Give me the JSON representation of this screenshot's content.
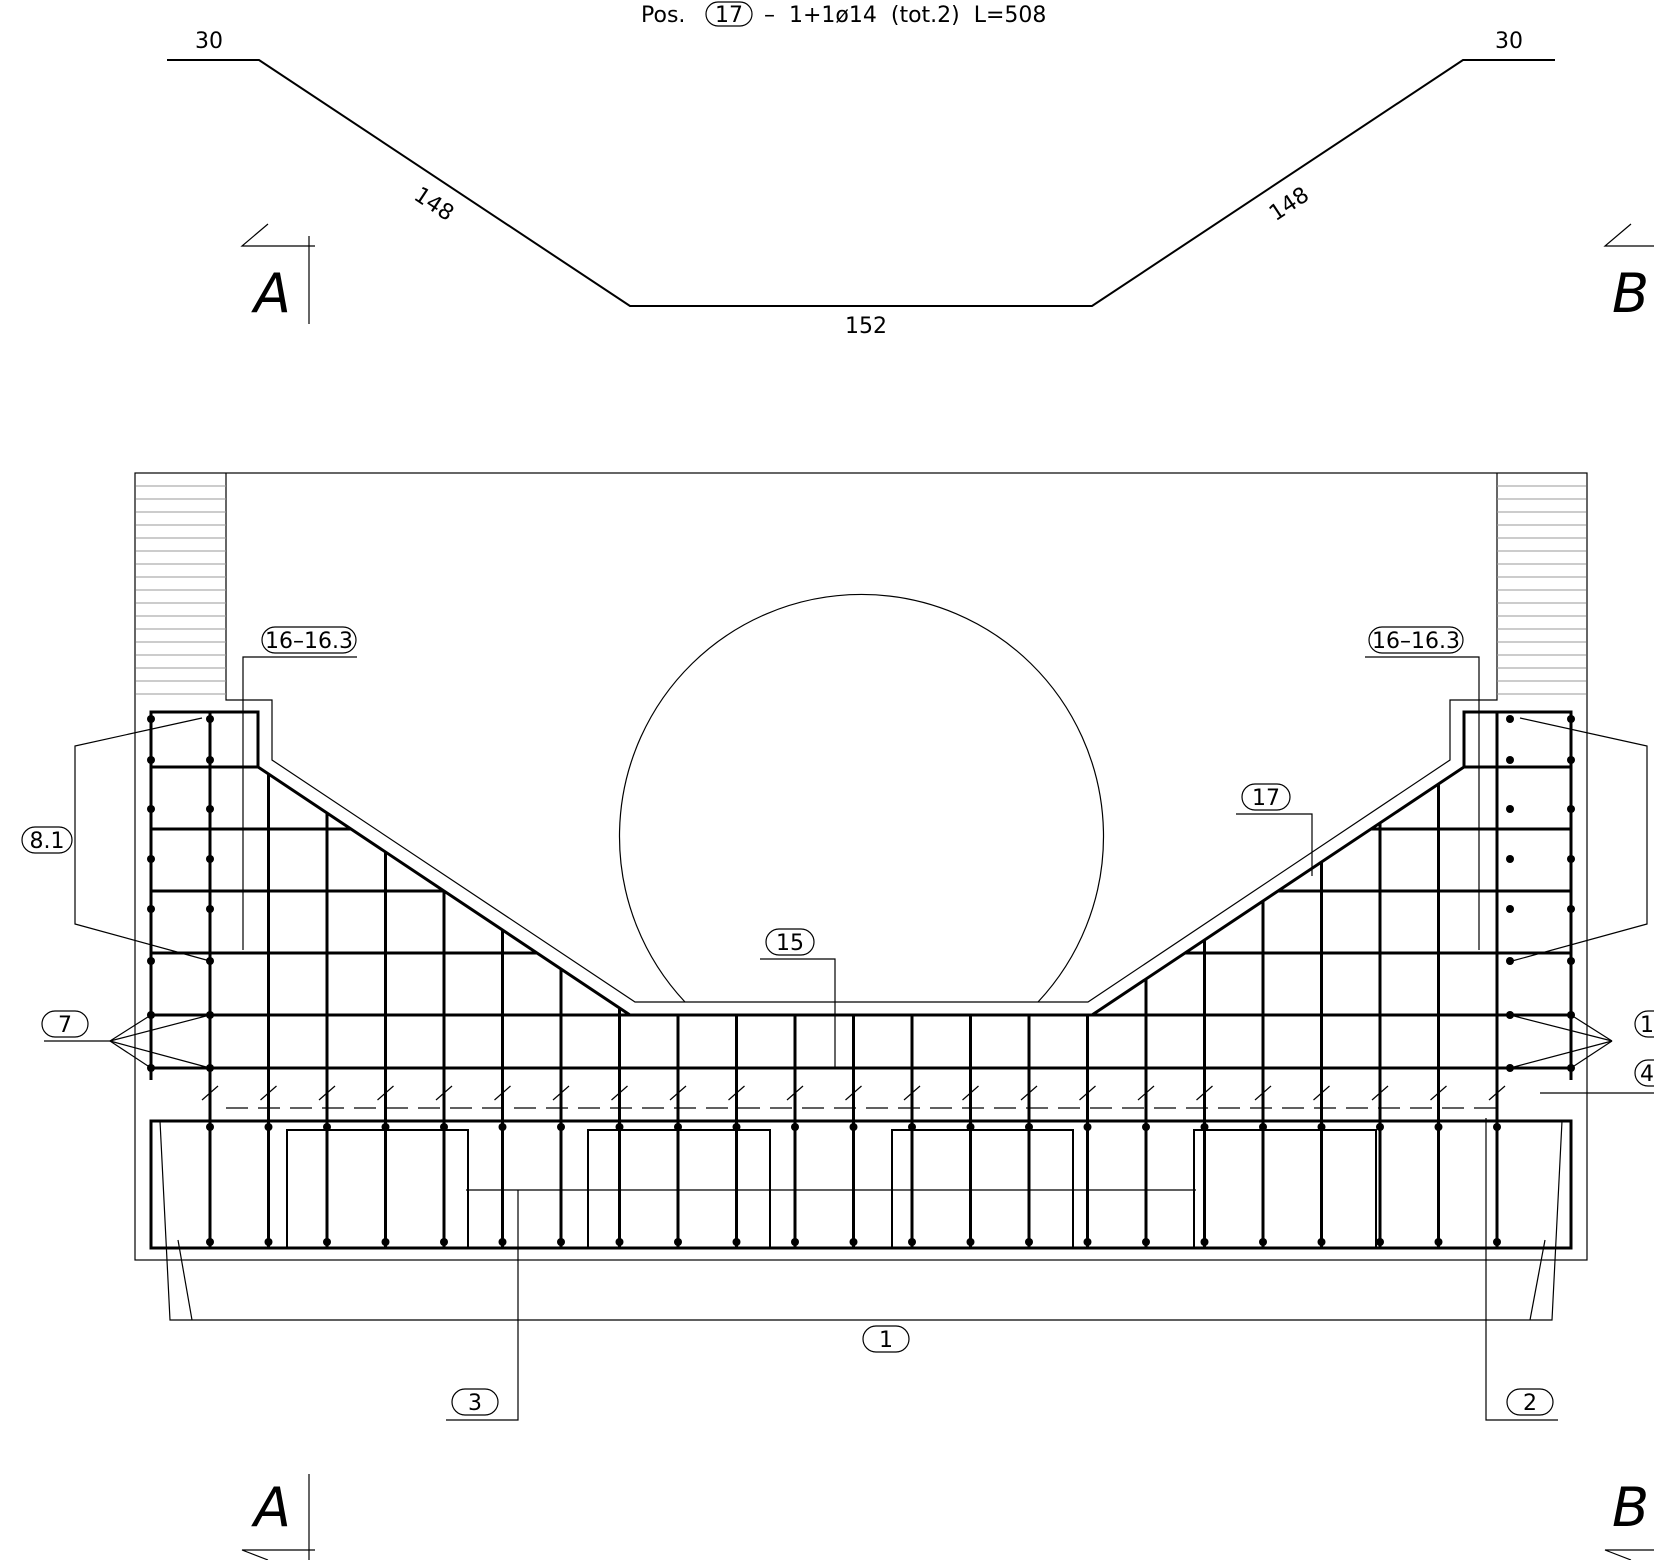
{
  "header": {
    "title": "Pos. (17) – 1+1ø14 (tot.2) L=508",
    "pos_prefix": "Pos.",
    "pos_id": "17",
    "spec": "–  1+1ø14  (tot.2)  L=508"
  },
  "bar_shape": {
    "dim_left": "30",
    "dim_right": "30",
    "dim_slope_left": "148",
    "dim_slope_right": "148",
    "dim_bottom": "152"
  },
  "sections": {
    "a_top": "A",
    "b_top": "B",
    "a_bottom": "A",
    "b_bottom": "B"
  },
  "labels": {
    "l_16_left": "16–16.3",
    "l_16_right": "16–16.3",
    "l_17": "17",
    "l_15": "15",
    "l_8_1": "8.1",
    "l_7": "7",
    "l_1": "1",
    "l_3": "3",
    "l_2": "2",
    "l_right_1": "1",
    "l_right_4": "4"
  }
}
